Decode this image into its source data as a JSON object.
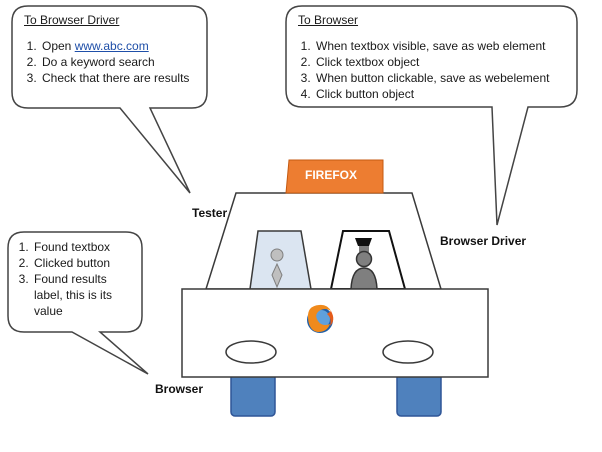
{
  "tester_bubble": {
    "title": "To Browser Driver",
    "steps": [
      "Open ",
      "Do a keyword search",
      "Check that there are results"
    ],
    "link": "www.abc.com"
  },
  "driver_bubble": {
    "title": "To Browser",
    "steps": [
      "When textbox visible, save as web element",
      "Click textbox object",
      "When button clickable, save as webelement",
      "Click button object"
    ]
  },
  "browser_bubble": {
    "steps": [
      "Found textbox",
      "Clicked button",
      "Found results",
      "label, this is its",
      "value"
    ]
  },
  "labels": {
    "tester": "Tester",
    "browser_driver": "Browser  Driver",
    "browser": "Browser",
    "firefox_sign": "FIREFOX"
  },
  "colors": {
    "sign_orange": "#ed7d31",
    "wheel_blue": "#4f81bd",
    "window_blue": "#dbe5f1",
    "outline": "#3a3a3a"
  },
  "icons": [
    "firefox-logo-icon"
  ]
}
